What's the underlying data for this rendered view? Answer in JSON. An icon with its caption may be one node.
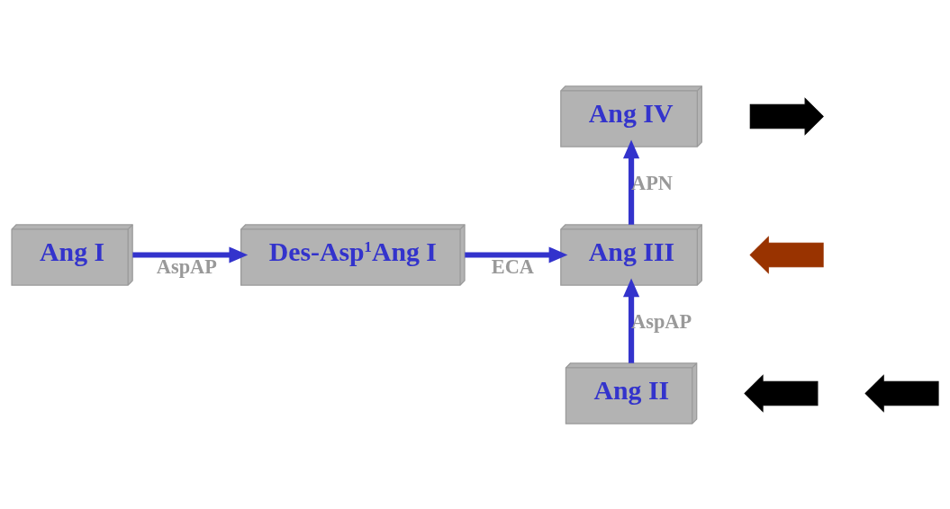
{
  "diagram": {
    "nodes": [
      {
        "text": [
          "Ang IV"
        ]
      },
      {
        "text": [],
        "shape": "arrow"
      },
      {
        "text": [
          "Ang III"
        ]
      },
      {
        "text": [],
        "shape": "arrow"
      },
      {
        "text": [
          "Des-Asp$^{1}$Ang I"
        ]
      },
      {
        "text": [
          "Ang I"
        ]
      },
      {
        "text": [],
        "shape": "arrow"
      },
      {
        "text": [],
        "shape": "arrow"
      },
      {
        "text": [
          "Ang II"
        ]
      }
    ],
    "edges": [
      {
        "from": 2,
        "to": 0,
        "arrow": "to",
        "label": "APN"
      },
      {
        "from": 4,
        "to": 2,
        "arrow": "to",
        "label": "ECA"
      },
      {
        "from": 5,
        "to": 4,
        "arrow": "to",
        "label": "AspAP"
      },
      {
        "from": 8,
        "to": 2,
        "arrow": "to",
        "label": "AspAP"
      }
    ]
  }
}
